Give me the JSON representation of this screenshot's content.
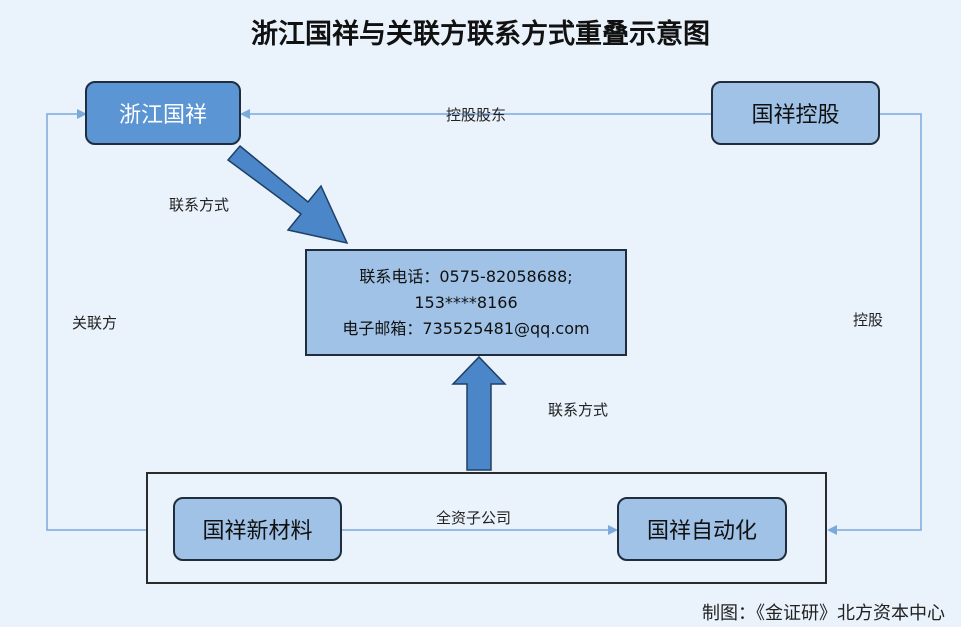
{
  "title": "浙江国祥与关联方联系方式重叠示意图",
  "nodes": {
    "zhejiang_guoxiang": "浙江国祥",
    "guoxiang_holding": "国祥控股",
    "guoxiang_new_materials": "国祥新材料",
    "guoxiang_automation": "国祥自动化"
  },
  "contact": {
    "phone_line": "联系电话：0575-82058688;",
    "phone_line2": "153****8166",
    "email_line": "电子邮箱：735525481@qq.com"
  },
  "edges": {
    "controlling_shareholder": "控股股东",
    "contact_method_top": "联系方式",
    "contact_method_bottom": "联系方式",
    "related_party": "关联方",
    "holding": "控股",
    "wholly_owned": "全资子公司"
  },
  "footer": "制图：《金证研》北方资本中心",
  "colors": {
    "background": "#eaf3fb",
    "node_dark": "#5b95d3",
    "node_light": "#9fc2e6",
    "connector": "#7aa9dc",
    "block_arrow": "#4a86c8"
  }
}
